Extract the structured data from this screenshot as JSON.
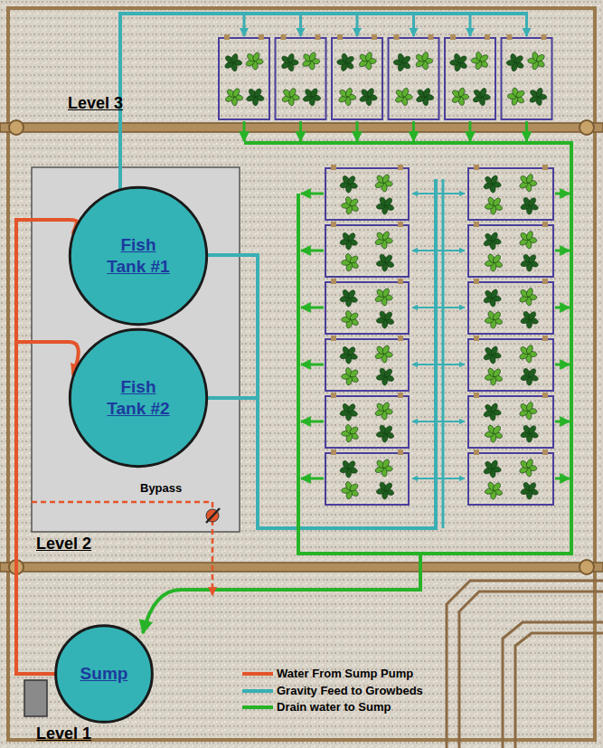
{
  "diagram": {
    "nodes": [
      {
        "text": [
          "Fish Tank #1"
        ]
      },
      {
        "text": [
          "Fish Tank #2"
        ]
      },
      {
        "text": [
          "Sump"
        ]
      }
    ],
    "edges": [
      {
        "from": 2,
        "to": 0,
        "arrow": "to"
      },
      {
        "from": 2,
        "to": 1,
        "arrow": "to"
      }
    ],
    "labels": [
      "Level 3",
      "Bypass",
      "Level 2",
      "Level 1"
    ],
    "legend": [
      {
        "text": "Water From Sump Pump"
      },
      {
        "text": "Gravity Feed to Growbeds"
      },
      {
        "text": "Drain water to Sump"
      }
    ]
  }
}
